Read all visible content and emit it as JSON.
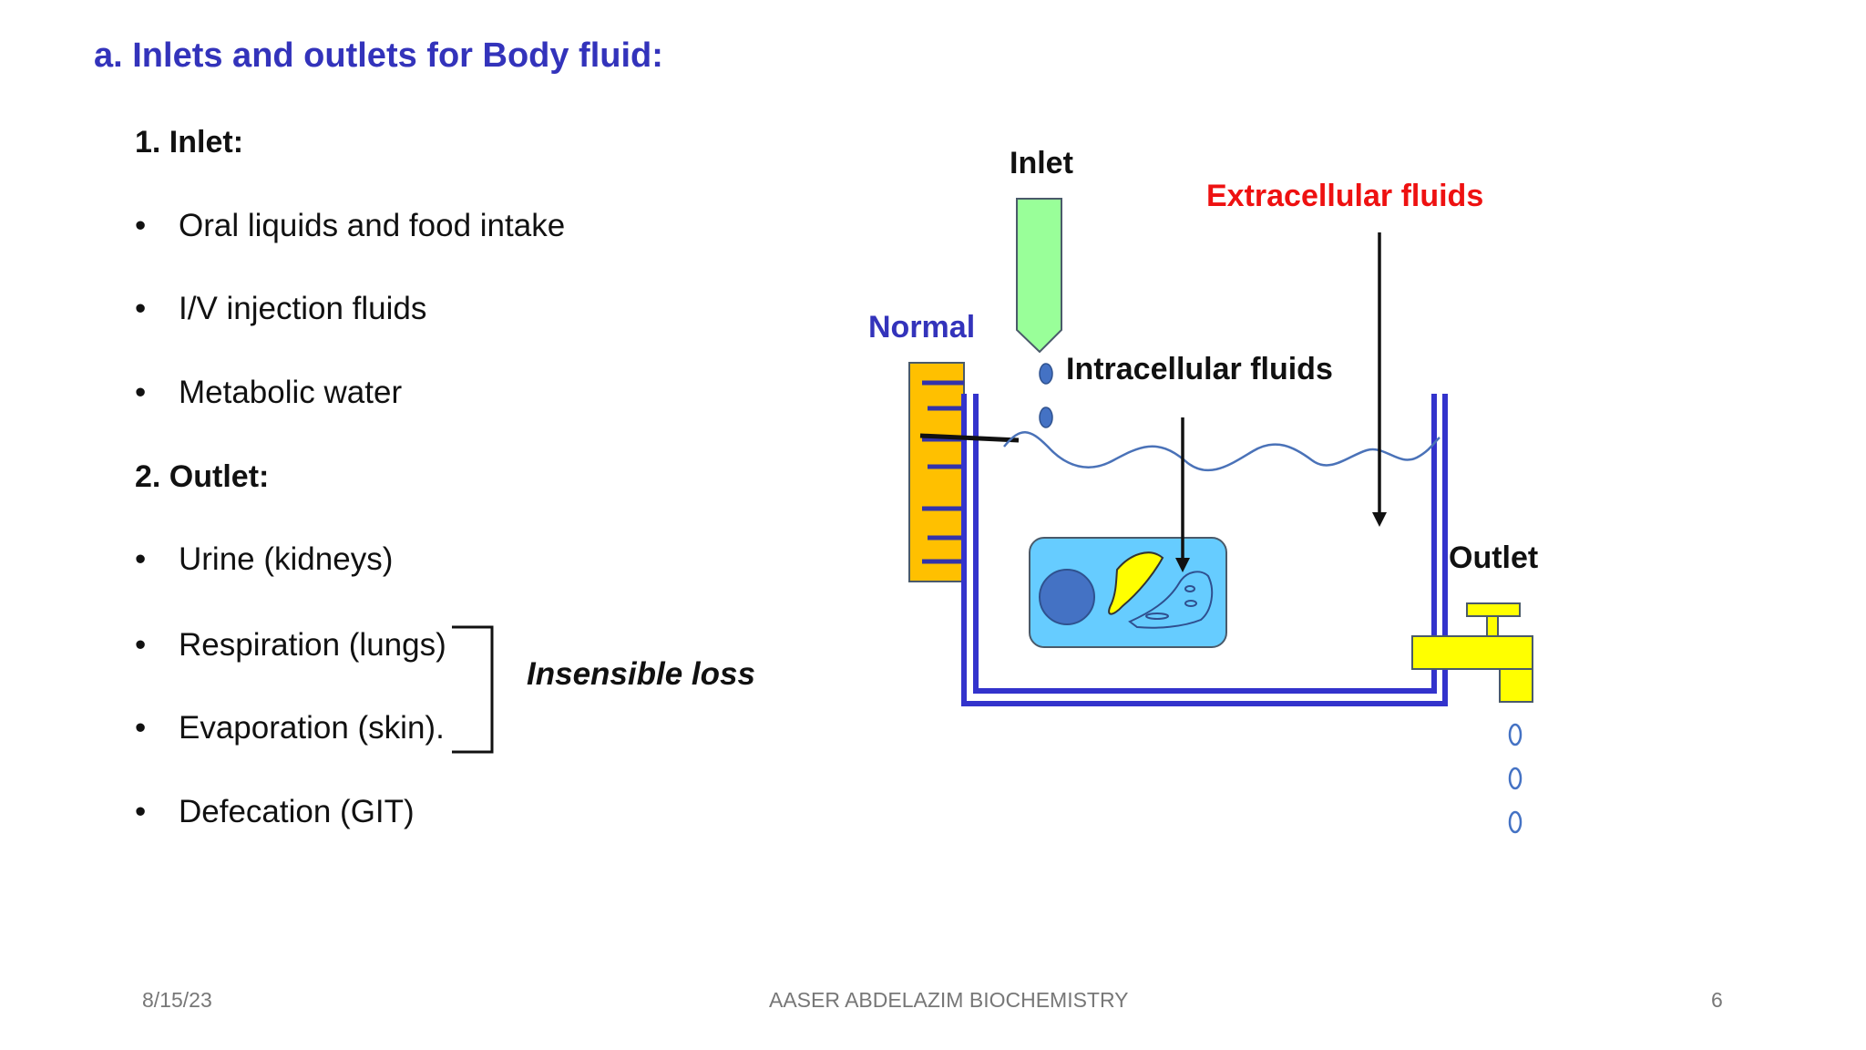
{
  "title": "a. Inlets and outlets for Body fluid:",
  "inlet_heading": "1.   Inlet:",
  "inlet_items": [
    "Oral liquids and food intake",
    "I/V injection fluids",
    "Metabolic water"
  ],
  "outlet_heading": "2. Outlet:",
  "outlet_items": [
    "Urine (kidneys)",
    "Respiration (lungs)",
    "Evaporation (skin).",
    "Defecation (GIT)"
  ],
  "bracket_label": "Insensible loss",
  "bullet_symbol": "•",
  "diagram": {
    "inlet_label": "Inlet",
    "extracellular_label": "Extracellular fluids",
    "normal_label": "Normal",
    "intracellular_label": "Intracellular fluids",
    "outlet_label": "Outlet",
    "colors": {
      "normal_label": "#3333bb",
      "extracellular_label": "#ee1111",
      "tank_wall": "#3333cc",
      "inlet_tube": "#99ff99",
      "gauge": "#ffc000",
      "cell": "#66ccff",
      "tap": "#ffff00"
    }
  },
  "footer": {
    "date": "8/15/23",
    "author": "AASER ABDELAZIM BIOCHEMISTRY",
    "page": "6"
  }
}
